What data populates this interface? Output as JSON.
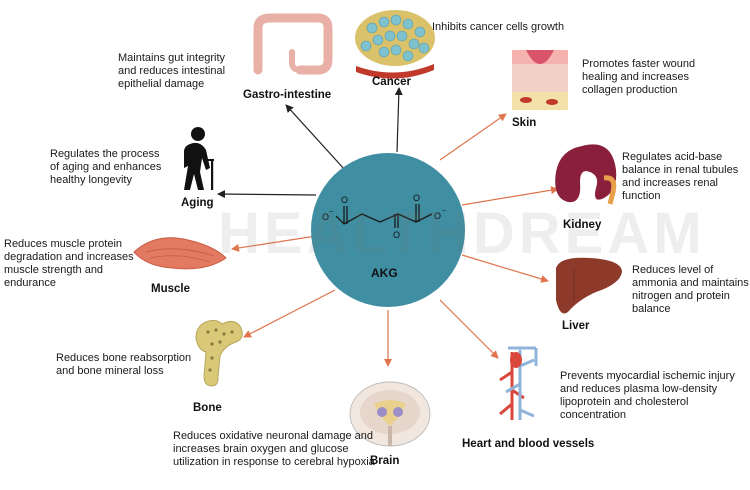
{
  "center": {
    "label": "AKG",
    "fill": "#3f8ea1"
  },
  "watermark": "HEALTHDREAM",
  "arrow_colors": {
    "dark": "#222222",
    "orange": "#e0744c"
  },
  "targets": [
    {
      "id": "gastro",
      "label": "Gastro-intestine",
      "desc": "Maintains gut integrity\nand reduces intestinal\nepithelial damage",
      "icon": "intestine-icon",
      "arrow": "dark"
    },
    {
      "id": "cancer",
      "label": "Cancer",
      "desc": "Inhibits cancer cells growth",
      "icon": "cancer-cells-icon",
      "arrow": "dark"
    },
    {
      "id": "skin",
      "label": "Skin",
      "desc": "Promotes faster wound\nhealing and increases\ncollagen production",
      "icon": "skin-icon",
      "arrow": "orange"
    },
    {
      "id": "kidney",
      "label": "Kidney",
      "desc": "Regulates acid-base\nbalance in renal tubules\nand increases renal\nfunction",
      "icon": "kidney-icon",
      "arrow": "orange"
    },
    {
      "id": "liver",
      "label": "Liver",
      "desc": "Reduces level of\nammonia and maintains\nnitrogen and protein\nbalance",
      "icon": "liver-icon",
      "arrow": "orange"
    },
    {
      "id": "heart",
      "label": "Heart and blood vessels",
      "desc": "Prevents myocardial ischemic injury\nand reduces plasma low-density\nlipoprotein and cholesterol\nconcentration",
      "icon": "blood-vessels-icon",
      "arrow": "orange"
    },
    {
      "id": "brain",
      "label": "Brain",
      "desc": "Reduces oxidative neuronal damage and\nincreases brain oxygen and glucose\nutilization in response to cerebral hypoxia",
      "icon": "brain-icon",
      "arrow": "orange"
    },
    {
      "id": "bone",
      "label": "Bone",
      "desc": "Reduces bone reabsorption\nand bone mineral loss",
      "icon": "bone-icon",
      "arrow": "orange"
    },
    {
      "id": "muscle",
      "label": "Muscle",
      "desc": "Reduces muscle protein\ndegradation and increases\nmuscle strength and\nendurance",
      "icon": "muscle-icon",
      "arrow": "orange"
    },
    {
      "id": "aging",
      "label": "Aging",
      "desc": "Regulates the process\nof  aging and enhances\nhealthy longevity",
      "icon": "elderly-person-icon",
      "arrow": "dark"
    }
  ]
}
